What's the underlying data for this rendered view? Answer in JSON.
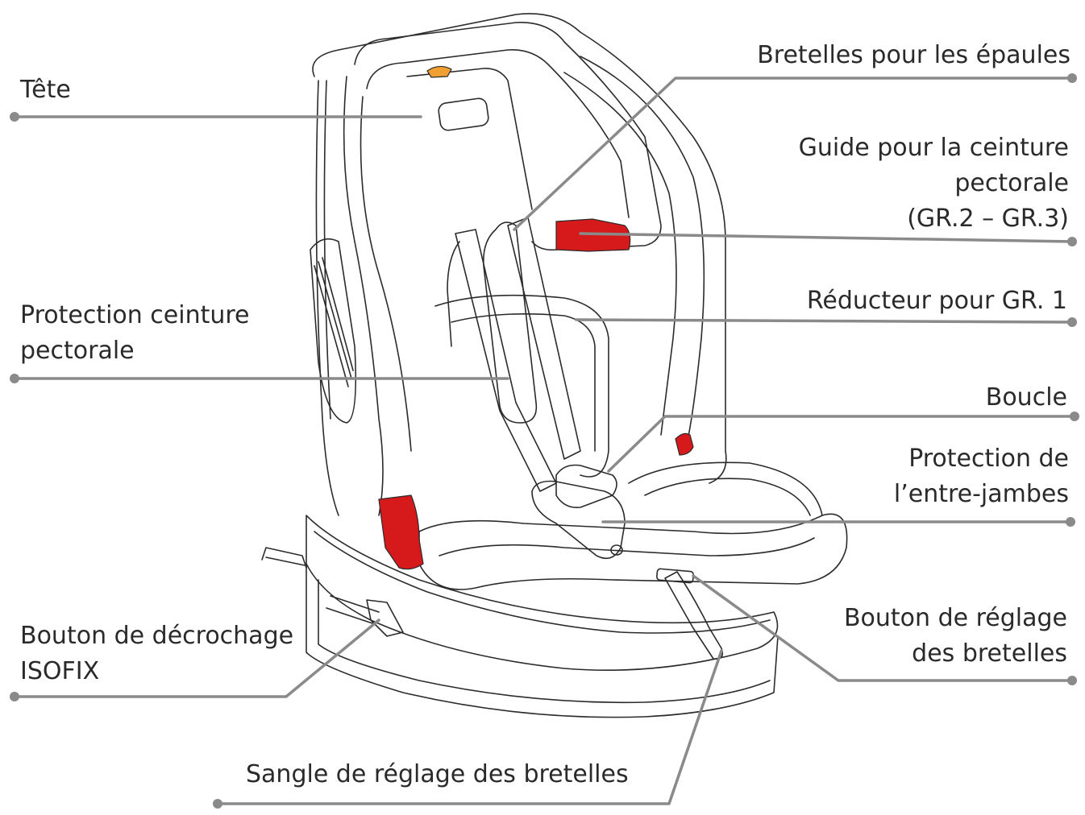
{
  "colors": {
    "leader": "#8a8a8a",
    "outline": "#2b2b2b",
    "accent_red": "#d6191b",
    "accent_orange": "#f0a030",
    "text": "#2a2a2a"
  },
  "labels": {
    "tete": "Tête",
    "bretelles_epaules": "Bretelles pour les épaules",
    "guide_ceinture_line1": "Guide pour la ceinture",
    "guide_ceinture_line2": "pectorale",
    "guide_ceinture_line3": "(GR.2 – GR.3)",
    "protection_ceinture_line1": "Protection ceinture",
    "protection_ceinture_line2": "pectorale",
    "reducteur": "Réducteur pour GR. 1",
    "boucle": "Boucle",
    "entre_jambes_line1": "Protection de",
    "entre_jambes_line2": "l’entre-jambes",
    "isofix_line1": "Bouton de décrochage",
    "isofix_line2": "ISOFIX",
    "bouton_reglage_line1": "Bouton de réglage",
    "bouton_reglage_line2": "des bretelles",
    "sangle_reglage": "Sangle de réglage des bretelles"
  }
}
